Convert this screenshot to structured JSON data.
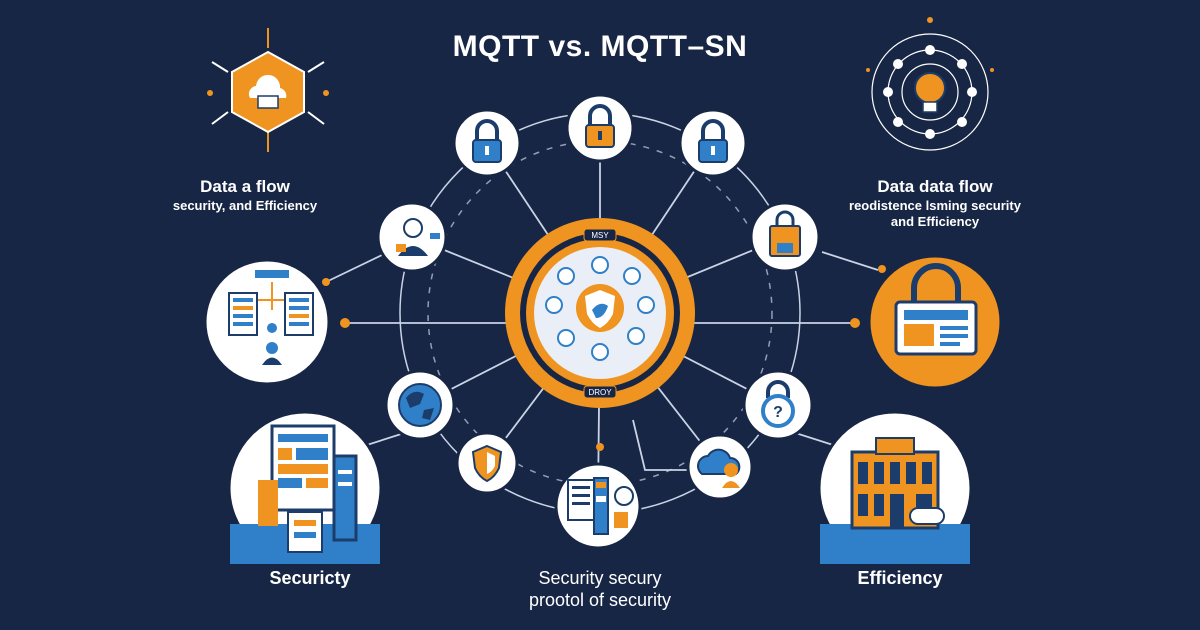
{
  "title": "MQTT vs. MQTT–SN",
  "left_label": {
    "line1": "Data a flow",
    "line2": "security, and Efficiency"
  },
  "right_label": {
    "line1": "Data data flow",
    "line2": "reodistence lsming security",
    "line3": "and Efficiency"
  },
  "bottom_left_label": "Securicty",
  "bottom_center_label": {
    "line1": "Security secury",
    "line2": "prootol of security"
  },
  "bottom_right_label": "Efficiency",
  "center_badges": {
    "top": "MSY",
    "bottom": "DROY"
  },
  "colors": {
    "background": "#182645",
    "orange": "#ef9420",
    "blue": "#2f80c8",
    "white": "#ffffff",
    "line": "#c9d3e6"
  },
  "icons": {
    "top_left": "shield-cloud-icon",
    "top_right": "lightbulb-orbit-icon",
    "hub": "shield-network-icon",
    "padlocks": [
      "padlock-icon",
      "padlock-icon",
      "padlock-icon"
    ],
    "ring_left_upper": "person-document-icon",
    "ring_left_lower": "globe-icon",
    "ring_right_upper": "shopping-bag-icon",
    "ring_right_lower": "padlock-question-icon",
    "ring_bottom_left": "shield-icon",
    "ring_bottom_right": "cloud-user-icon",
    "side_left": "flowchart-icon",
    "side_right": "padlock-monitor-icon",
    "bottom_left": "server-documents-icon",
    "bottom_center": "clipboard-process-icon",
    "bottom_right": "building-icon"
  }
}
